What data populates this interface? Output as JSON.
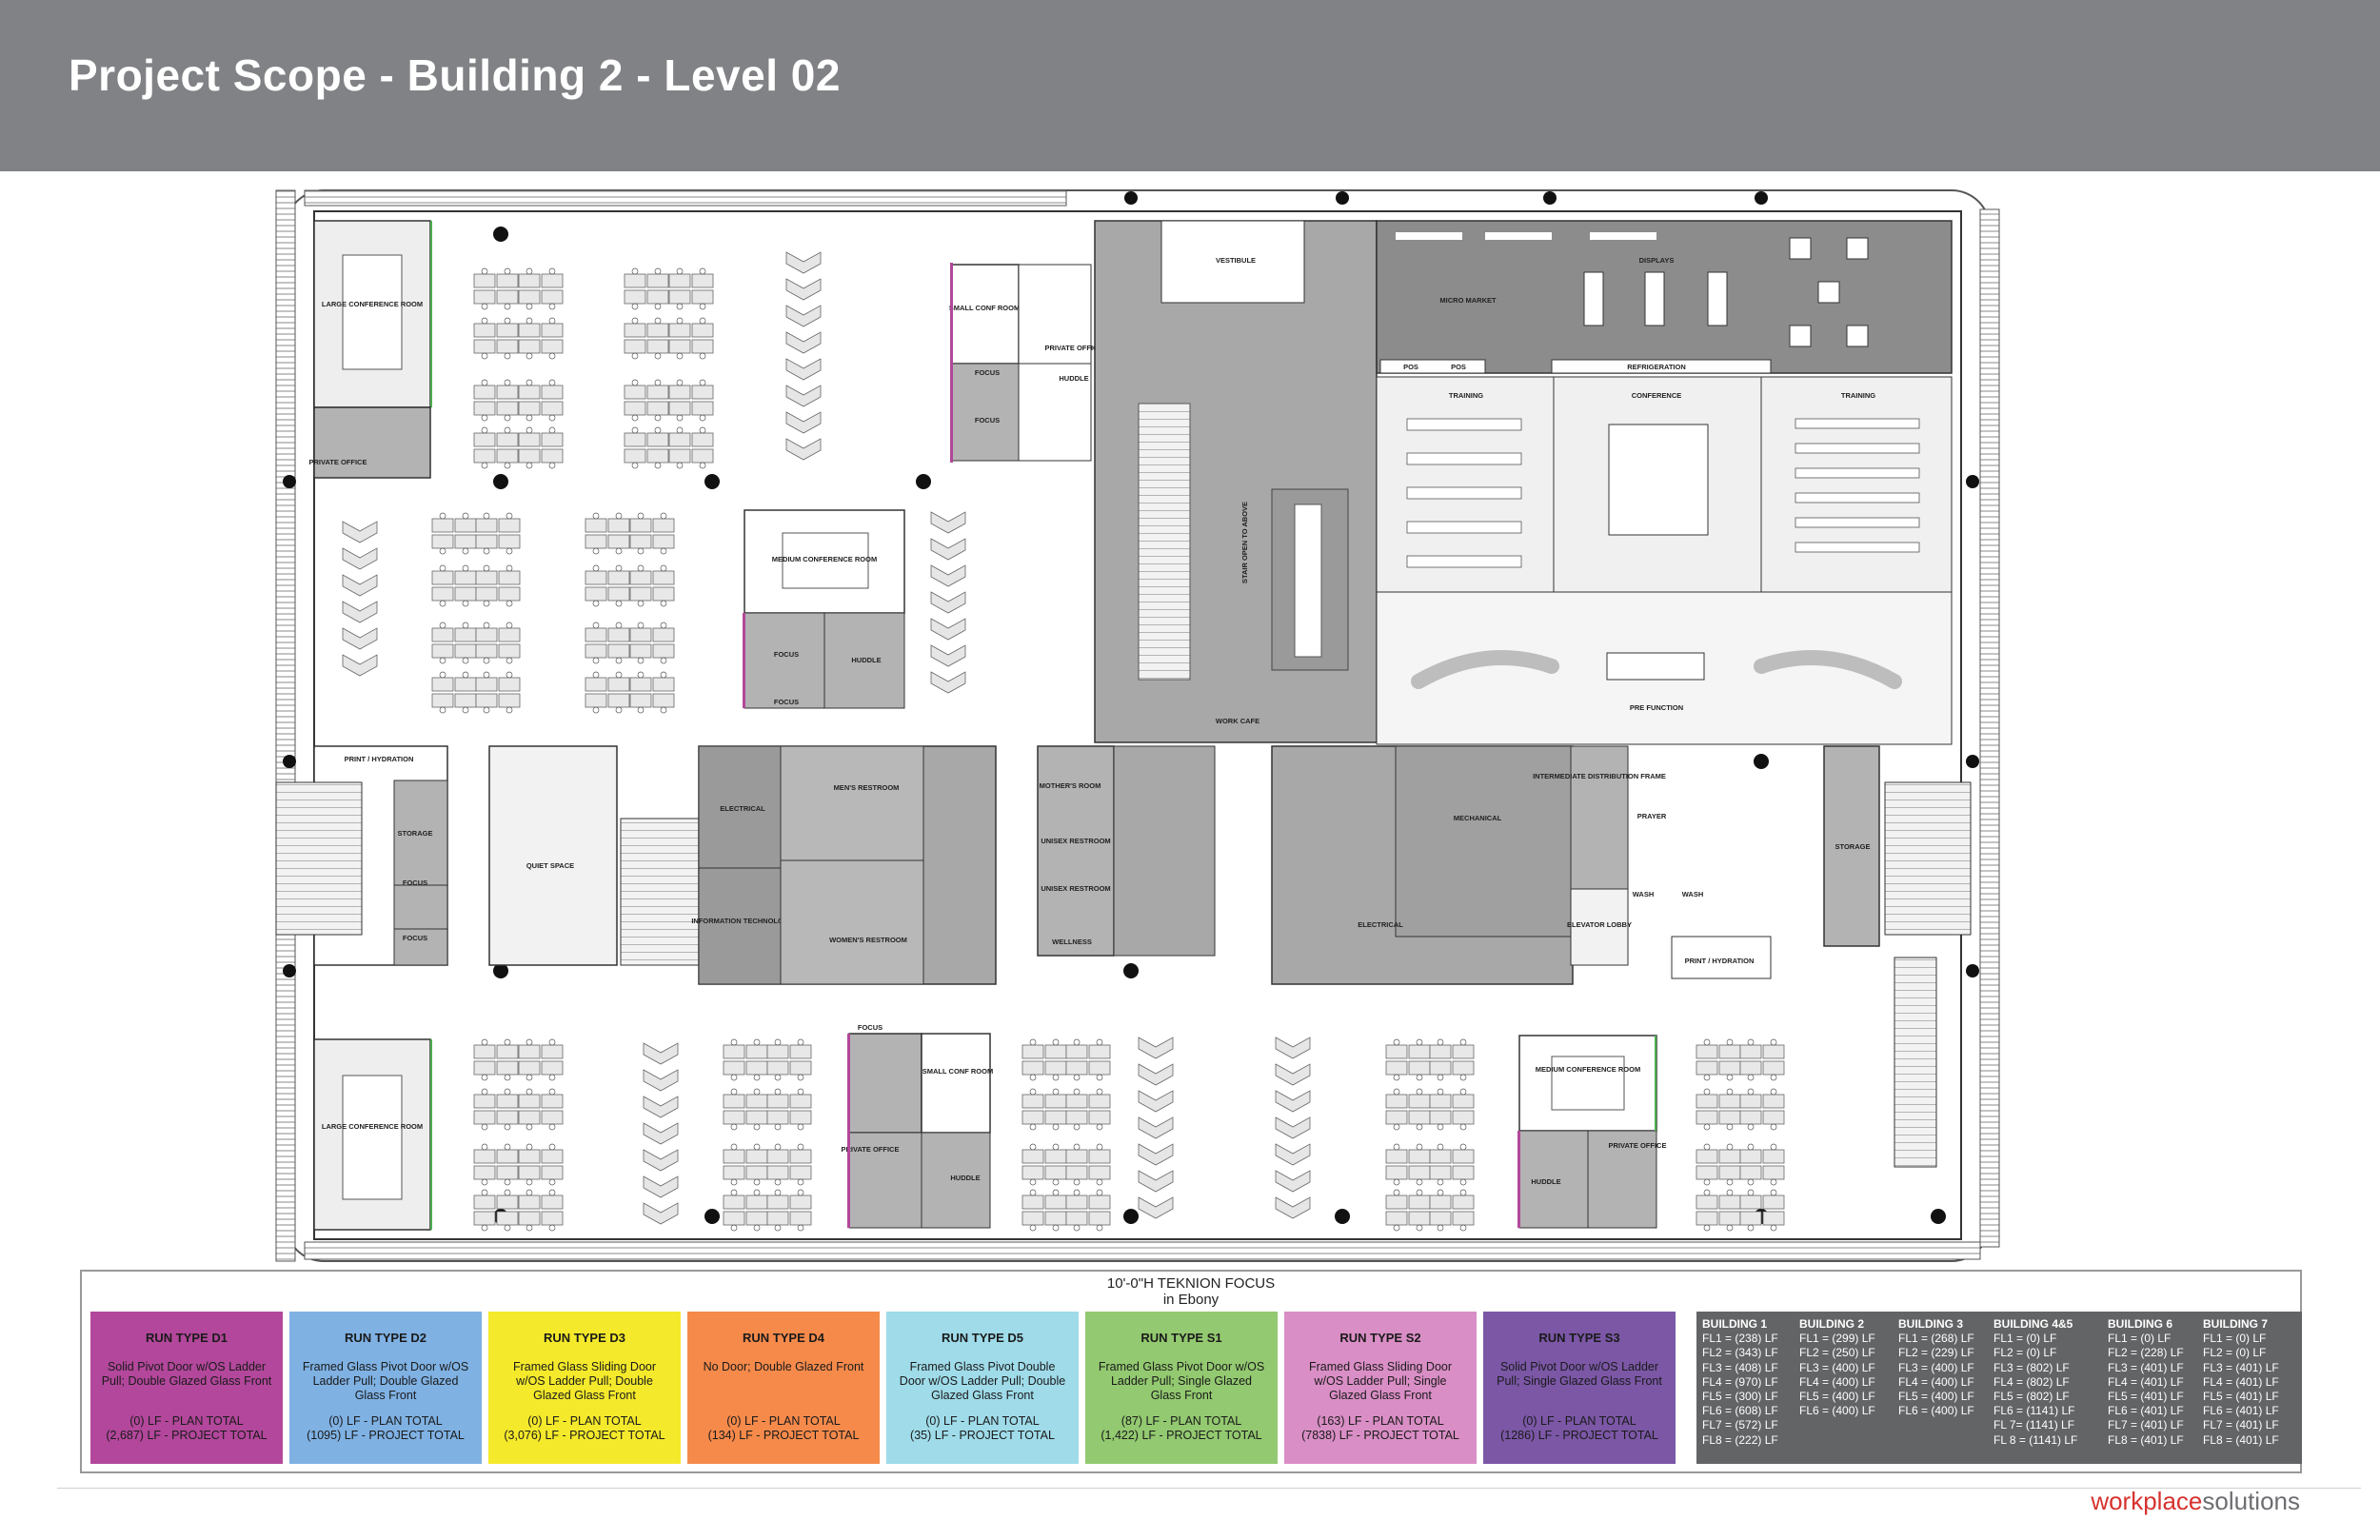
{
  "title": "Project Scope - Building 2 - Level 02",
  "plan": {
    "rooms": {
      "large_conf_1": "LARGE CONFERENCE ROOM",
      "private_office_1": "PRIVATE OFFICE",
      "small_conf_1": "SMALL CONF ROOM",
      "private_office_2": "PRIVATE OFFICE",
      "focus_1": "FOCUS",
      "focus_2": "FOCUS",
      "huddle_1": "HUDDLE",
      "vestibule": "VESTIBULE",
      "micro_market": "MICRO MARKET",
      "displays": "DISPLAYS",
      "pos_1": "POS",
      "pos_2": "POS",
      "refrigeration": "REFRIGERATION",
      "training_1": "TRAINING",
      "conference": "CONFERENCE",
      "training_2": "TRAINING",
      "medium_conf_1": "MEDIUM CONFERENCE ROOM",
      "focus_3": "FOCUS",
      "focus_4": "FOCUS",
      "huddle_2": "HUDDLE",
      "stair": "STAIR OPEN TO ABOVE",
      "work_cafe": "WORK CAFE",
      "pre_function": "PRE FUNCTION",
      "print_1": "PRINT / HYDRATION",
      "storage_1": "STORAGE",
      "focus_5": "FOCUS",
      "focus_6": "FOCUS",
      "quiet_space": "QUIET SPACE",
      "electrical_1": "ELECTRICAL",
      "info_tech": "INFORMATION TECHNOLOGY",
      "mens_restroom": "MEN'S RESTROOM",
      "womens_restroom": "WOMEN'S RESTROOM",
      "mothers_room": "MOTHER'S ROOM",
      "unisex_1": "UNISEX RESTROOM",
      "unisex_2": "UNISEX RESTROOM",
      "wellness": "WELLNESS",
      "mechanical": "MECHANICAL",
      "electrical_2": "ELECTRICAL",
      "idf": "INTERMEDIATE DISTRIBUTION FRAME",
      "prayer": "PRAYER",
      "wash_1": "WASH",
      "wash_2": "WASH",
      "elevator_lobby": "ELEVATOR LOBBY",
      "print_2": "PRINT / HYDRATION",
      "storage_2": "STORAGE",
      "large_conf_2": "LARGE CONFERENCE ROOM",
      "focus_7": "FOCUS",
      "small_conf_2": "SMALL CONF ROOM",
      "private_office_3": "PRIVATE OFFICE",
      "huddle_3": "HUDDLE",
      "medium_conf_2": "MEDIUM CONFERENCE ROOM",
      "huddle_4": "HUDDLE",
      "private_office_4": "PRIVATE OFFICE"
    }
  },
  "legend": {
    "title_line1": "10'-0\"H TEKNION FOCUS",
    "title_line2": "in Ebony",
    "run_types": [
      {
        "name": "RUN TYPE D1",
        "desc": "Solid Pivot Door w/OS Ladder Pull; Double Glazed Glass Front",
        "plan_total": "(0) LF - PLAN TOTAL",
        "project_total": "(2,687) LF - PROJECT TOTAL",
        "color": "#b2479b"
      },
      {
        "name": "RUN TYPE D2",
        "desc": "Framed Glass Pivot Door w/OS Ladder Pull; Double Glazed Glass Front",
        "plan_total": "(0) LF - PLAN TOTAL",
        "project_total": "(1095) LF - PROJECT TOTAL",
        "color": "#7fb1e3"
      },
      {
        "name": "RUN TYPE D3",
        "desc": "Framed Glass Sliding Door w/OS Ladder Pull; Double Glazed Glass Front",
        "plan_total": "(0) LF - PLAN TOTAL",
        "project_total": "(3,076) LF - PROJECT TOTAL",
        "color": "#f4e92b"
      },
      {
        "name": "RUN TYPE D4",
        "desc": "No Door; Double Glazed Front",
        "plan_total": "(0) LF - PLAN TOTAL",
        "project_total": "(134) LF - PROJECT TOTAL",
        "color": "#f58a4b"
      },
      {
        "name": "RUN TYPE D5",
        "desc": "Framed Glass Pivot Double Door w/OS Ladder Pull; Double Glazed Glass Front",
        "plan_total": "(0) LF - PLAN TOTAL",
        "project_total": "(35) LF - PROJECT TOTAL",
        "color": "#9fdbe9"
      },
      {
        "name": "RUN TYPE S1",
        "desc": "Framed Glass Pivot Door w/OS Ladder Pull; Single Glazed Glass Front",
        "plan_total": "(87) LF - PLAN TOTAL",
        "project_total": "(1,422) LF - PROJECT TOTAL",
        "color": "#93c970"
      },
      {
        "name": "RUN TYPE S2",
        "desc": "Framed Glass Sliding Door w/OS Ladder Pull; Single Glazed Glass Front",
        "plan_total": "(163) LF - PLAN TOTAL",
        "project_total": "(7838) LF - PROJECT TOTAL",
        "color": "#d98ec5"
      },
      {
        "name": "RUN TYPE S3",
        "desc": "Solid Pivot Door w/OS Ladder Pull; Single Glazed Glass Front",
        "plan_total": "(0) LF - PLAN TOTAL",
        "project_total": "(1286) LF - PROJECT TOTAL",
        "color": "#7b57a6"
      }
    ],
    "buildings": [
      {
        "name": "BUILDING 1",
        "floors": [
          "FL1 = (238) LF",
          "FL2 = (343) LF",
          "FL3 = (408) LF",
          "FL4 = (970) LF",
          "FL5 = (300) LF",
          "FL6 = (608) LF",
          "FL7 = (572) LF",
          "FL8 = (222) LF"
        ]
      },
      {
        "name": "BUILDING 2",
        "floors": [
          "FL1 = (299) LF",
          "FL2 = (250) LF",
          "FL3 = (400) LF",
          "FL4 = (400) LF",
          "FL5 = (400) LF",
          "FL6 = (400) LF"
        ]
      },
      {
        "name": "BUILDING 3",
        "floors": [
          "FL1 = (268) LF",
          "FL2 = (229) LF",
          "FL3 = (400) LF",
          "FL4 = (400) LF",
          "FL5 = (400) LF",
          "FL6 = (400) LF"
        ]
      },
      {
        "name": "BUILDING 4&5",
        "floors": [
          "FL1 = (0) LF",
          "FL2 = (0) LF",
          "FL3 = (802) LF",
          "FL4 = (802) LF",
          "FL5 = (802) LF",
          "FL6 = (1141) LF",
          "FL 7= (1141) LF",
          "FL 8 = (1141) LF"
        ]
      },
      {
        "name": "BUILDING 6",
        "floors": [
          "FL1 = (0) LF",
          "FL2 = (228) LF",
          "FL3 = (401) LF",
          "FL4 = (401) LF",
          "FL5 = (401) LF",
          "FL6 = (401) LF",
          "FL7 = (401) LF",
          "FL8 = (401) LF"
        ]
      },
      {
        "name": "BUILDING 7",
        "floors": [
          "FL1 = (0) LF",
          "FL2 = (0) LF",
          "FL3 = (401) LF",
          "FL4 = (401) LF",
          "FL5 = (401) LF",
          "FL6 = (401) LF",
          "FL7 = (401) LF",
          "FL8 = (401) LF"
        ]
      }
    ]
  },
  "brand": {
    "part1": "workplace",
    "part2": "solutions"
  }
}
